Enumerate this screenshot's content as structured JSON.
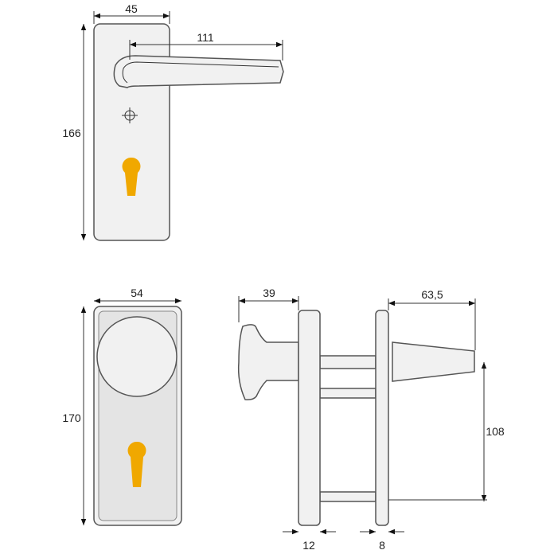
{
  "dimensions": {
    "lever_plate_width": "45",
    "lever_length": "111",
    "lever_plate_height": "166",
    "knob_plate_width": "54",
    "knob_plate_height": "170",
    "knob_projection": "39",
    "handle_projection": "63,5",
    "handle_height_offset": "108",
    "plate_thickness_outer": "12",
    "plate_thickness_inner": "8"
  },
  "colors": {
    "keyhole": "#f0a800",
    "part": "#f1f1f1",
    "outline": "#555555"
  }
}
